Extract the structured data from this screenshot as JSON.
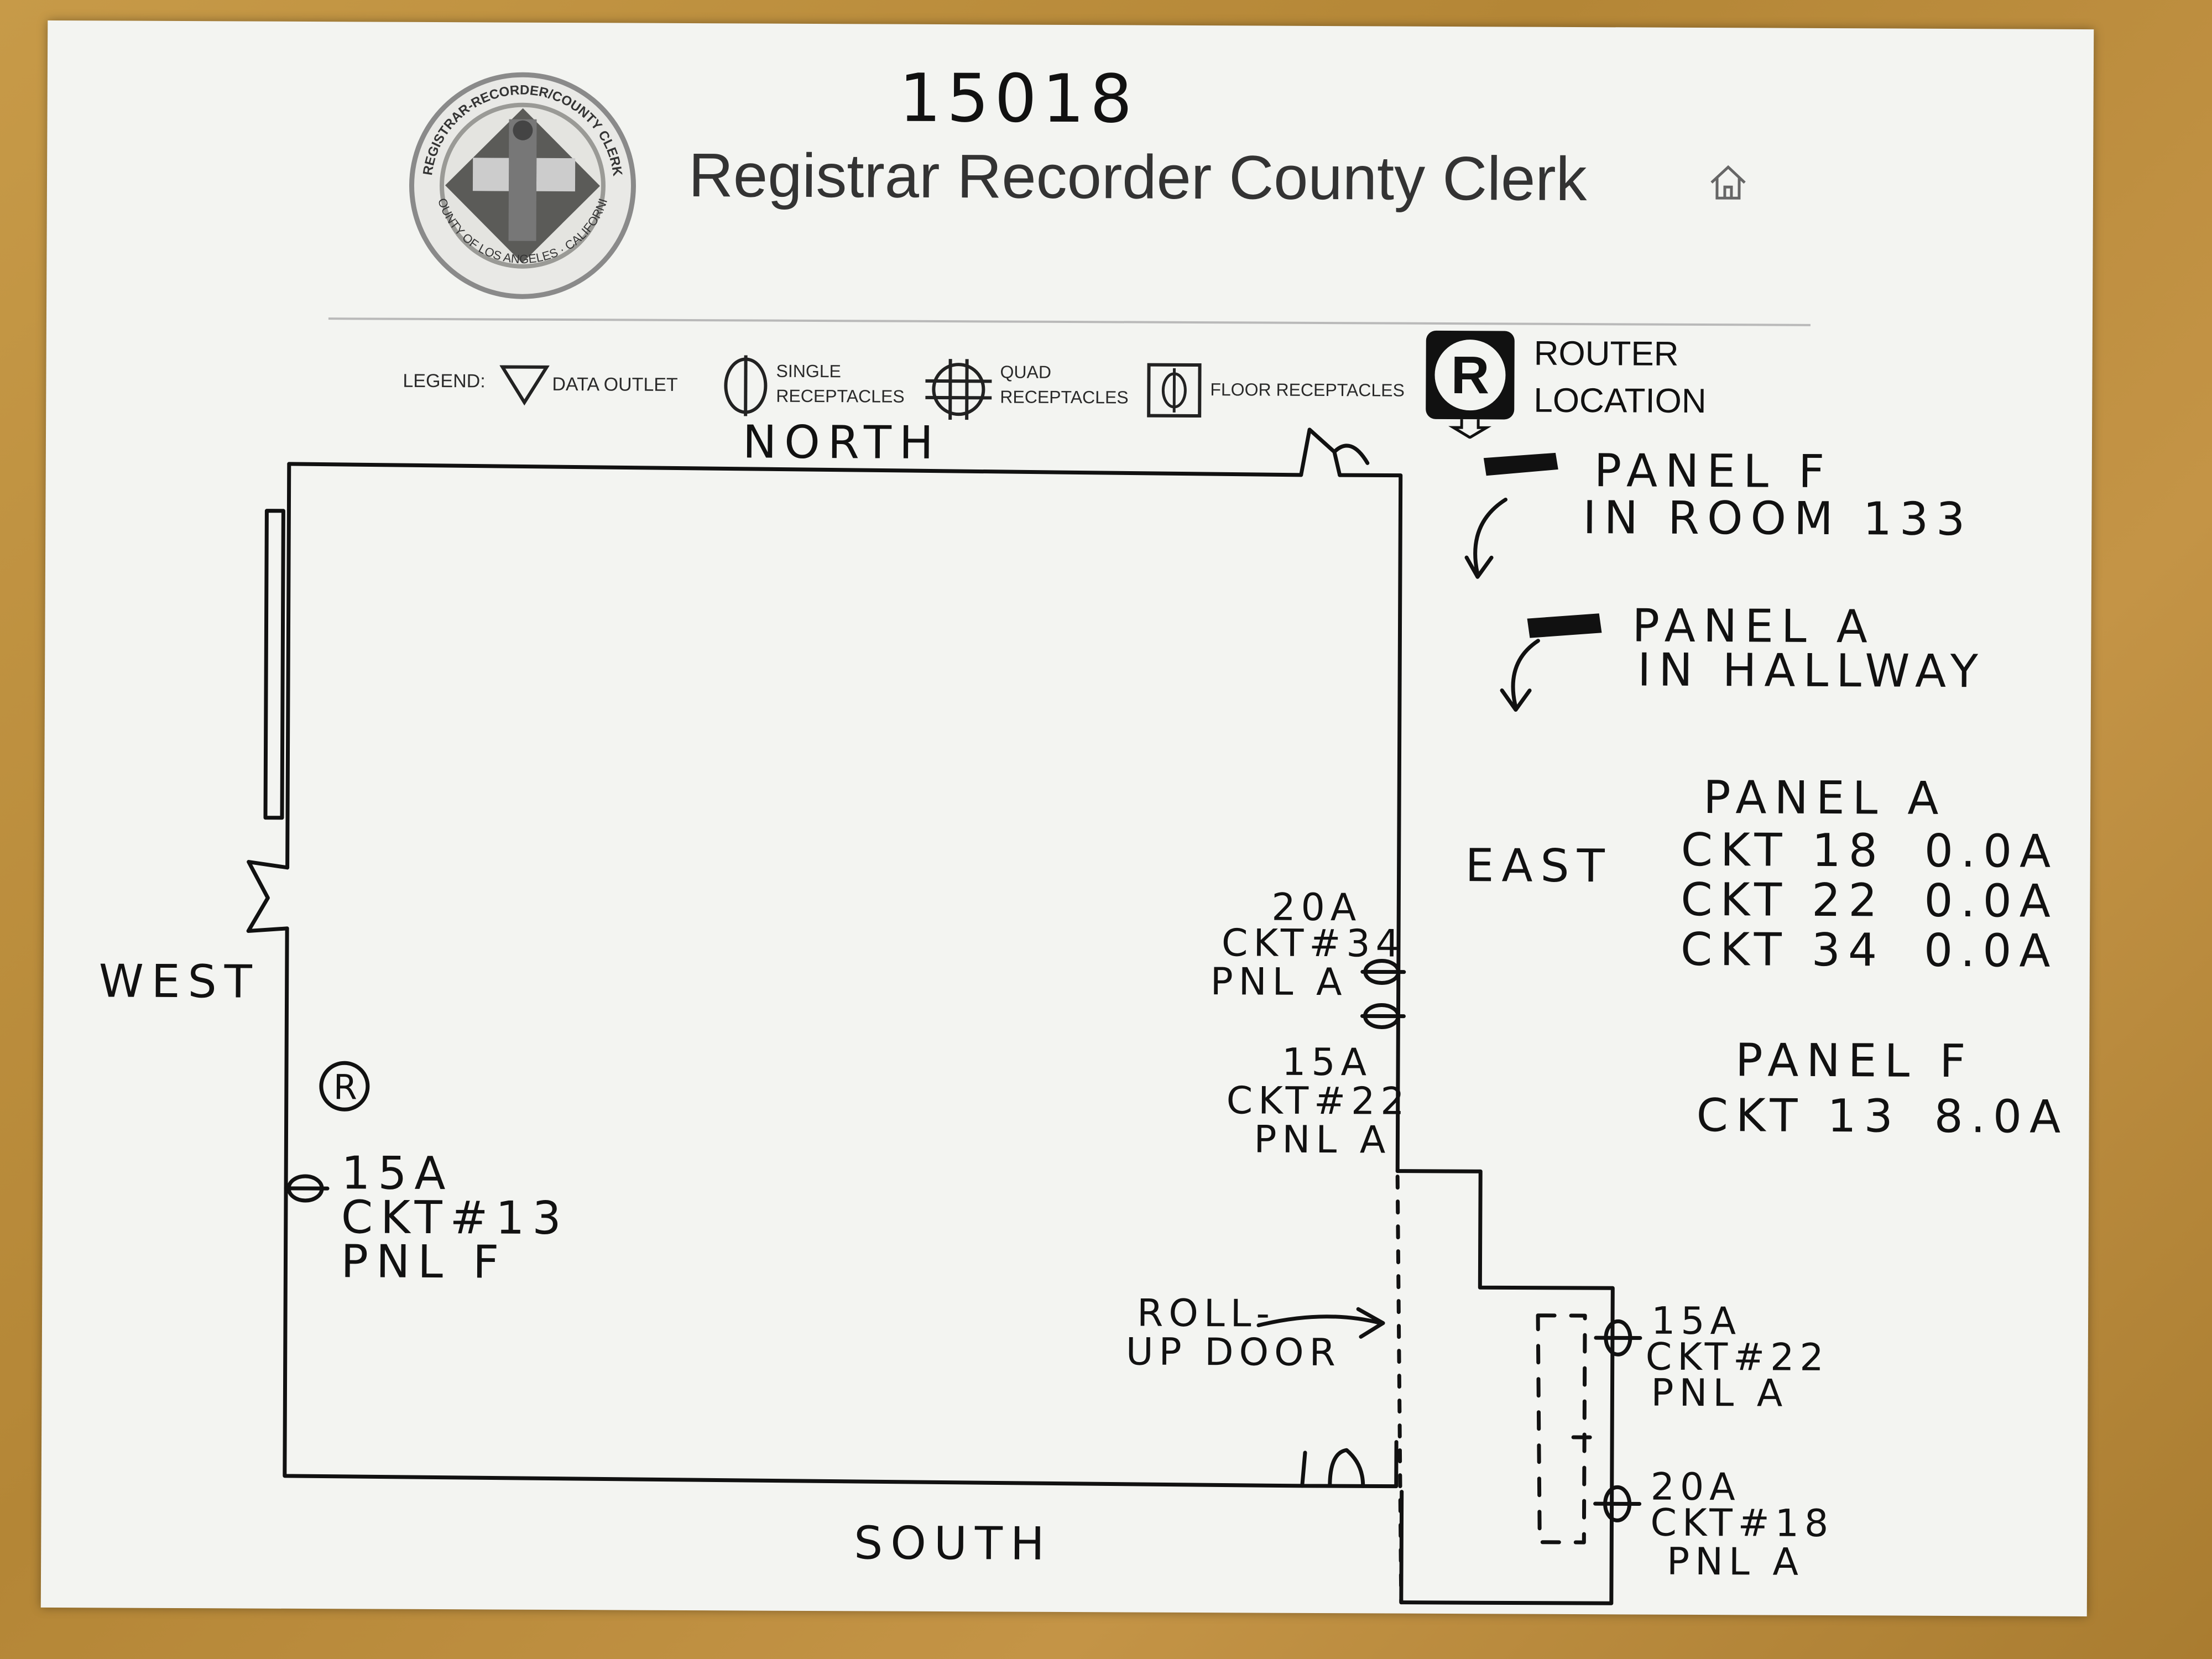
{
  "doc_number": "15018",
  "header": {
    "title": "Registrar Recorder County Clerk",
    "seal_text_top": "REGISTRAR-RECORDER/COUNTY CLERK",
    "seal_text_bottom": "COUNTY OF LOS ANGELES · CALIFORNIA",
    "home_icon": "home-icon"
  },
  "legend": {
    "label": "LEGEND:",
    "items": [
      {
        "icon": "data-outlet-icon",
        "label": "DATA OUTLET"
      },
      {
        "icon": "single-receptacle-icon",
        "label_line1": "SINGLE",
        "label_line2": "RECEPTACLES"
      },
      {
        "icon": "quad-receptacle-icon",
        "label_line1": "QUAD",
        "label_line2": "RECEPTACLES"
      },
      {
        "icon": "floor-receptacle-icon",
        "label": "FLOOR RECEPTACLES"
      }
    ],
    "router": {
      "symbol": "R",
      "label_line1": "ROUTER",
      "label_line2": "LOCATION"
    }
  },
  "directions": {
    "north": "NORTH",
    "south": "SOUTH",
    "east": "EAST",
    "west": "WEST"
  },
  "panel_locations": [
    {
      "line1": "PANEL F",
      "line2": "IN ROOM 133"
    },
    {
      "line1": "PANEL A",
      "line2": "IN HALLWAY"
    }
  ],
  "circuit_tables": [
    {
      "title": "PANEL A",
      "rows": [
        {
          "ckt": "CKT 18",
          "amps": "0.0A"
        },
        {
          "ckt": "CKT 22",
          "amps": "0.0A"
        },
        {
          "ckt": "CKT 34",
          "amps": "0.0A"
        }
      ]
    },
    {
      "title": "PANEL F",
      "rows": [
        {
          "ckt": "CKT 13",
          "amps": "8.0A"
        }
      ]
    }
  ],
  "outlets": [
    {
      "rating": "20A",
      "circuit": "CKT#34",
      "panel": "PNL A"
    },
    {
      "rating": "15A",
      "circuit": "CKT#22",
      "panel": "PNL A"
    },
    {
      "rating": "15A",
      "circuit": "CKT#13",
      "panel": "PNL F"
    },
    {
      "rating": "15A",
      "circuit": "CKT#22",
      "panel": "PNL A"
    },
    {
      "rating": "20A",
      "circuit": "CKT#18",
      "panel": "PNL A"
    }
  ],
  "router_marker": "R",
  "rollup_door": {
    "line1": "ROLL-",
    "line2": "UP DOOR"
  }
}
